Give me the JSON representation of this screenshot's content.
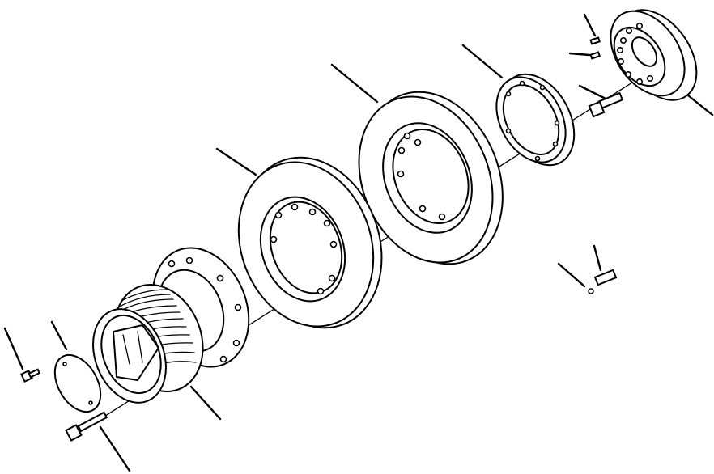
{
  "diagram": {
    "type": "exploded parts view",
    "line_color": "#000000",
    "background_color": "#ffffff",
    "parts": [
      {
        "name": "bolt-left-small"
      },
      {
        "name": "cover-plate"
      },
      {
        "name": "bolt-long"
      },
      {
        "name": "pulley-hub"
      },
      {
        "name": "damper-ring-front"
      },
      {
        "name": "damper-ring-rear"
      },
      {
        "name": "spacer-ring"
      },
      {
        "name": "crank-hub"
      },
      {
        "name": "bolt-right"
      },
      {
        "name": "dowel-pins"
      },
      {
        "name": "clip-assembly"
      }
    ]
  }
}
